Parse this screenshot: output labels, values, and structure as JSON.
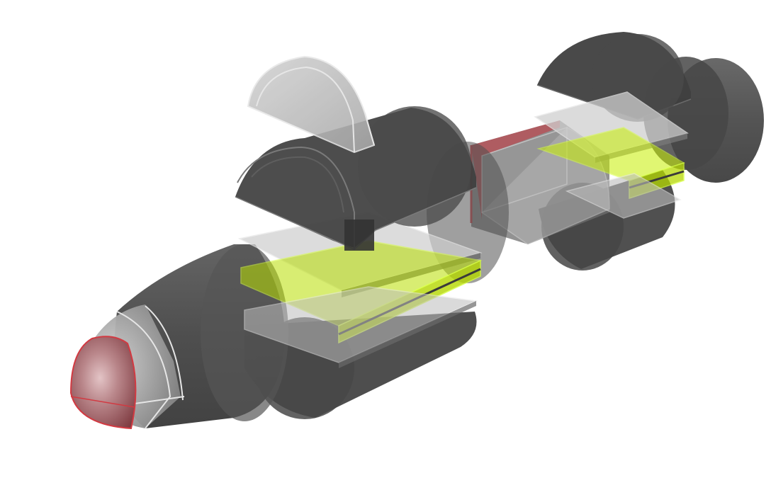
{
  "scene": {
    "kind": "exploded 3D CAD assembly view",
    "background": "#ffffff",
    "palette": {
      "hull_dark": "#4a4a4a",
      "hull_dark_alt": "#3c3c3c",
      "hull_mid": "#5a5a5a",
      "shell_light": "#bdbdbd",
      "glass_plate": "#cfcfcf",
      "edge_line": "#e6e6e6",
      "pcb_green": "#c8f000",
      "pcb_outline": "#d7ff3a",
      "accent_red": "#b84a50",
      "accent_red_edge": "#d23a42"
    },
    "parts": [
      "nose-cone",
      "nose-tip",
      "forward-hull",
      "fin-canopy",
      "mid-hull-upper",
      "mid-hull-lower",
      "forward-electronics-stack",
      "connector-sleeve",
      "aft-hull-upper",
      "aft-hull-lower",
      "aft-electronics-stack",
      "aft-cap"
    ]
  }
}
